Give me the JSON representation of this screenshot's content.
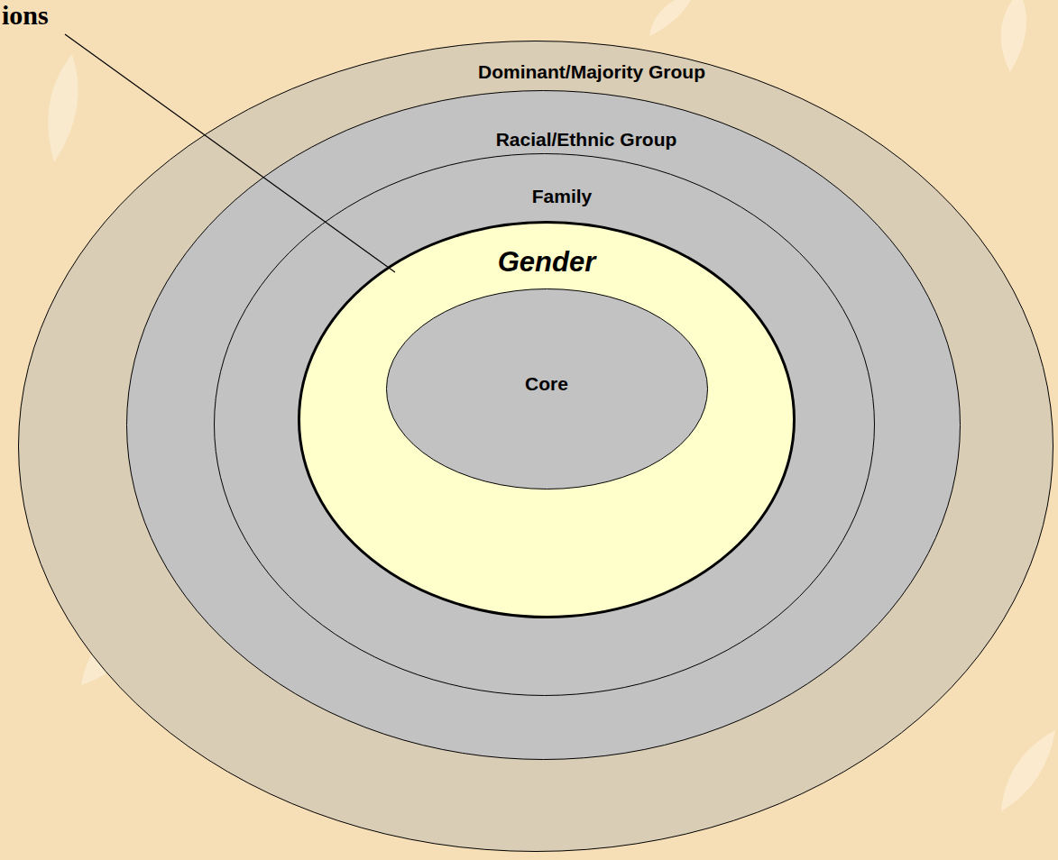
{
  "diagram": {
    "nodes": [
      {
        "text": [
          "Dominant/Majority Group"
        ]
      },
      {
        "text": [
          "Racial/Ethnic Group"
        ],
        "in": 0
      },
      {
        "text": [
          "Family"
        ],
        "in": 1
      },
      {
        "text": [
          "Gender"
        ],
        "in": 2
      },
      {
        "text": [
          "Core"
        ],
        "in": 3
      }
    ],
    "labels": [
      "ions"
    ]
  }
}
